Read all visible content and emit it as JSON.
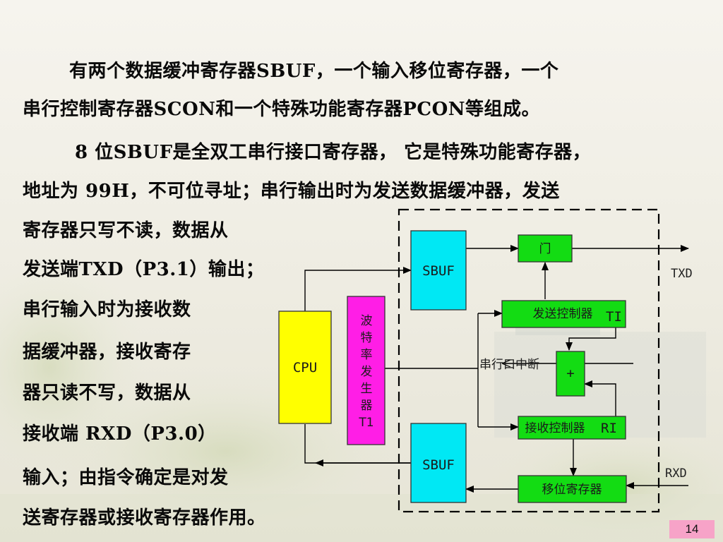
{
  "paragraph1": {
    "line1": "有两个数据缓冲寄存器SBUF，一个输入移位寄存器，一个",
    "line2": "串行控制寄存器SCON和一个特殊功能寄存器PCON等组成。"
  },
  "paragraph2": {
    "line1": "8 位SBUF是全双工串行接口寄存器， 它是特殊功能寄存器，",
    "line2": "地址为 99H，不可位寻址；串行输出时为发送数据缓冲器，发送",
    "narrow_lines": [
      "寄存器只写不读，数据从",
      "发送端TXD（P3.1）输出；",
      "串行输入时为接收数",
      "据缓冲器，接收寄存",
      "器只读不写，数据从",
      "接收端 RXD（P3.0）",
      "输入；由指令确定是对发",
      "送寄存器或接收寄存器作用。"
    ]
  },
  "diagram": {
    "cpu": "CPU",
    "baud_chars": [
      "波",
      "特",
      "率",
      "发",
      "生",
      "器",
      "T1"
    ],
    "sbuf_top": "SBUF",
    "sbuf_bottom": "SBUF",
    "gate": "门",
    "tx_ctrl": "发送控制器",
    "ti": "TI",
    "plus": "+",
    "serial_int": "串行口中断",
    "rx_ctrl": "接收控制器",
    "ri": "RI",
    "shift_reg": "移位寄存器",
    "txd": "TXD",
    "rxd": "RXD"
  },
  "colors": {
    "cyan_box": "#00e8f4",
    "yellow_box": "#ffff00",
    "magenta_box": "#ff1ee6",
    "green_box": "#13dc13"
  },
  "page_number": "14"
}
